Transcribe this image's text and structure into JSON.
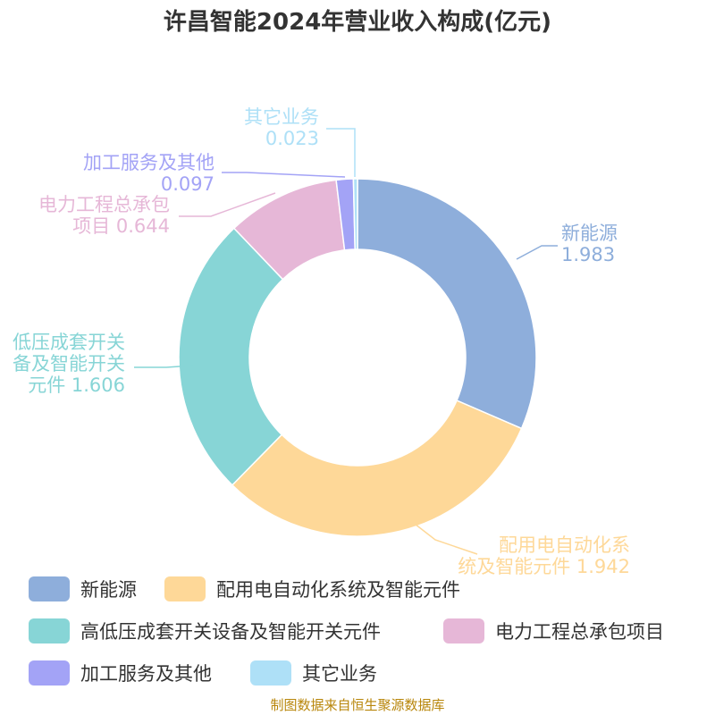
{
  "chart_data": {
    "type": "pie",
    "variant": "donut",
    "title": "许昌智能2024年营业收入构成(亿元)",
    "unit": "亿元",
    "slices": [
      {
        "name": "新能源",
        "value": 1.983,
        "color": "#8eaedb",
        "label_lines": [
          "新能源",
          "1.983"
        ]
      },
      {
        "name": "配用电自动化系统及智能元件",
        "value": 1.942,
        "color": "#fed898",
        "label_lines": [
          "配用电自动化系",
          "统及智能元件 1.942"
        ]
      },
      {
        "name": "高低压成套开关设备及智能开关元件",
        "value": 1.606,
        "color": "#87d5d6",
        "label_lines": [
          "低压成套开关",
          "备及智能开关",
          "元件 1.606"
        ]
      },
      {
        "name": "电力工程总承包项目",
        "value": 0.644,
        "color": "#e6b7d7",
        "label_lines": [
          "电力工程总承包",
          "项目 0.644"
        ]
      },
      {
        "name": "加工服务及其他",
        "value": 0.097,
        "color": "#a3a3f6",
        "label_lines": [
          "加工服务及其他",
          "0.097"
        ]
      },
      {
        "name": "其它业务",
        "value": 0.023,
        "color": "#aee0f7",
        "label_lines": [
          "其它业务",
          "0.023"
        ]
      }
    ],
    "legend_position": "bottom"
  },
  "source": "制图数据来自恒生聚源数据库"
}
